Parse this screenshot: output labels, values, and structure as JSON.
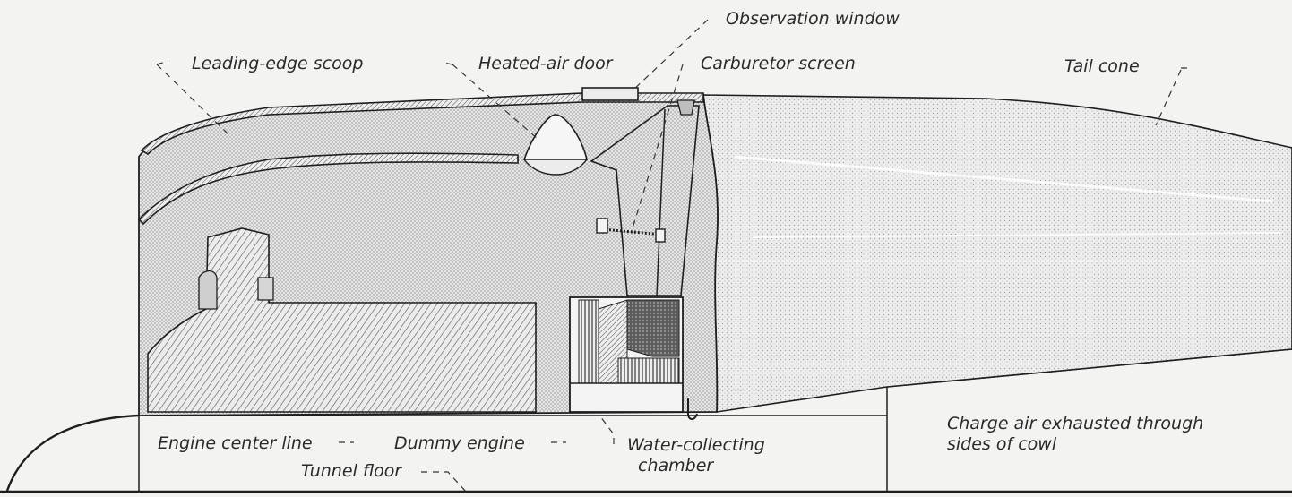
{
  "labels": {
    "leading_edge_scoop": "Leading-edge scoop",
    "heated_air_door": "Heated-air door",
    "observation_window": "Observation window",
    "carburetor_screen": "Carburetor screen",
    "tail_cone": "Tail cone",
    "engine_center_line": "Engine center line",
    "dummy_engine": "Dummy engine",
    "water_collecting_chamber_line1": "Water-collecting",
    "water_collecting_chamber_line2": "chamber",
    "tunnel_floor": "Tunnel floor",
    "charge_air_line1": "Charge air exhausted through",
    "charge_air_line2": "sides of cowl"
  }
}
